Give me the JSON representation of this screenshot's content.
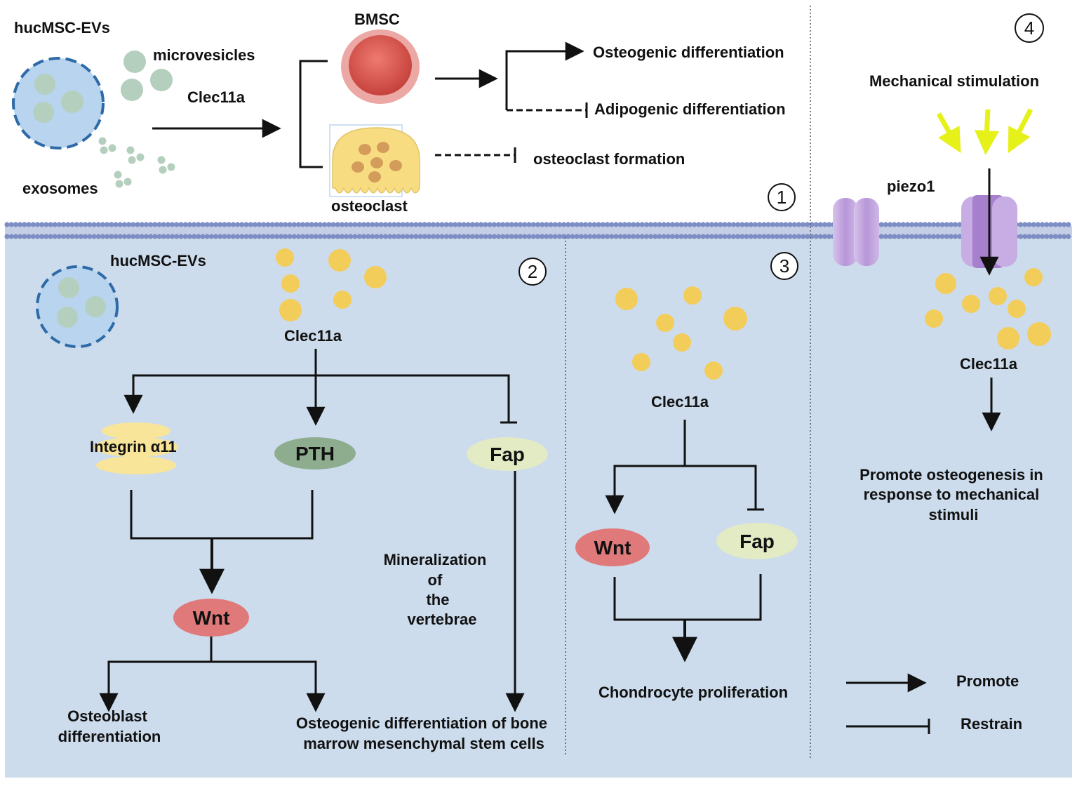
{
  "panel1": {
    "ev_title": "hucMSC-EVs",
    "microvesicles": "microvesicles",
    "exosomes": "exosomes",
    "clec11a": "Clec11a",
    "bmsc": "BMSC",
    "osteoclast": "osteoclast",
    "osteogenic": "Osteogenic differentiation",
    "adipogenic": "Adipogenic differentiation",
    "osteoclast_formation": "osteoclast formation",
    "number": "1"
  },
  "panel2": {
    "ev_title": "hucMSC-EVs",
    "clec11a": "Clec11a",
    "integrin": "Integrin α11",
    "pth": "PTH",
    "fap": "Fap",
    "wnt": "Wnt",
    "mineral_lines": [
      "Mineralization",
      "of",
      "the",
      "vertebrae"
    ],
    "osteoblast_lines": [
      "Osteoblast",
      "differentiation"
    ],
    "osteogenic_lines": [
      "Osteogenic differentiation of bone",
      "marrow mesenchymal stem cells"
    ],
    "number": "2"
  },
  "panel3": {
    "clec11a": "Clec11a",
    "wnt": "Wnt",
    "fap": "Fap",
    "outcome": "Chondrocyte proliferation",
    "number": "3"
  },
  "panel4": {
    "stimulus": "Mechanical stimulation",
    "piezo": "piezo1",
    "clec11a": "Clec11a",
    "outcome_lines": [
      "Promote osteogenesis in",
      "response to mechanical",
      "stimuli"
    ],
    "number": "4"
  },
  "legend": {
    "promote": "Promote",
    "restrain": "Restrain"
  },
  "colors": {
    "cytoplasm": "#ccdcec",
    "membrane": "#7e8ec4",
    "vesicle_fill": "#b8d4ee",
    "vesicle_border": "#2d6aa7",
    "granule": "#b5cfbf",
    "clec_particle": "#f3cd5a",
    "bmsc": "#d9564f",
    "osteoclast": "#f7dc82",
    "wnt": "#e07979",
    "pth": "#8ead8f",
    "fap": "#e3ebc4",
    "integrin": "#f9e59a",
    "piezo": "#b89ad6",
    "stimulus_arrow": "#e6f11a"
  }
}
